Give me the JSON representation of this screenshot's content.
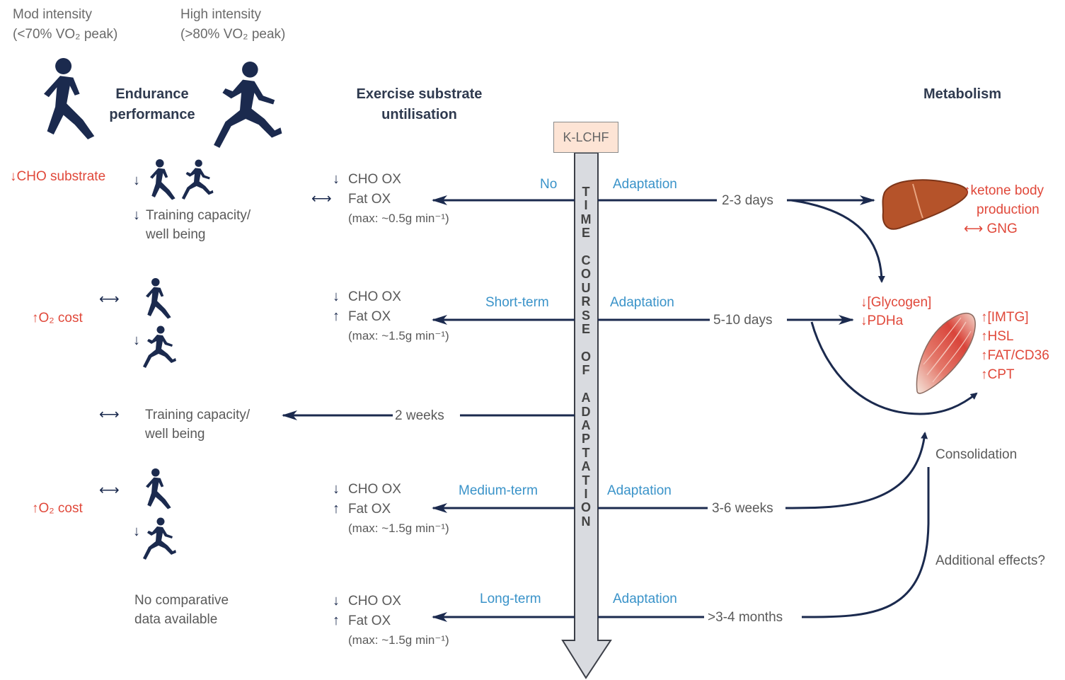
{
  "intensity": {
    "moderate_line1": "Mod intensity",
    "moderate_line2": "(<70% VO₂ peak)",
    "high_line1": "High intensity",
    "high_line2": "(>80% VO₂ peak)"
  },
  "headers": {
    "endurance_line1": "Endurance",
    "endurance_line2": "performance",
    "substrate_line1": "Exercise substrate",
    "substrate_line2": "untilisation",
    "metabolism": "Metabolism"
  },
  "axis": {
    "start_label": "K-LCHF",
    "vertical_text": "TIME COURSE OF ADAPTATION"
  },
  "stages": [
    {
      "left_label": "No",
      "right_label": "Adaptation",
      "duration": "2-3 days",
      "cho": "CHO OX",
      "fat": "Fat OX",
      "max": "(max: ~0.5g min⁻¹)",
      "cho_arrow": "↓",
      "fat_arrow": "⟷"
    },
    {
      "left_label": "Short-term",
      "right_label": "Adaptation",
      "duration": "5-10 days",
      "cho": "CHO OX",
      "fat": "Fat OX",
      "max": "(max: ~1.5g min⁻¹)",
      "cho_arrow": "↓",
      "fat_arrow": "↑"
    },
    {
      "left_label": "Medium-term",
      "right_label": "Adaptation",
      "duration": "3-6 weeks",
      "cho": "CHO OX",
      "fat": "Fat OX",
      "max": "(max: ~1.5g min⁻¹)",
      "cho_arrow": "↓",
      "fat_arrow": "↑"
    },
    {
      "left_label": "Long-term",
      "right_label": "Adaptation",
      "duration": ">3-4 months",
      "cho": "CHO OX",
      "fat": "Fat OX",
      "max": "(max: ~1.5g min⁻¹)",
      "cho_arrow": "↓",
      "fat_arrow": "↑"
    }
  ],
  "two_weeks": {
    "duration": "2 weeks",
    "training_line1": "Training capacity/",
    "training_line2": "well being",
    "arrow": "⟷"
  },
  "performance": {
    "cho_substrate": "↓CHO substrate",
    "down_arrow": "↓",
    "training_line1": "Training capacity/",
    "training_line2": "well being",
    "o2_cost_1": "↑O₂ cost",
    "o2_cost_2": "↑O₂ cost",
    "both_arrow": "⟷",
    "no_data_line1": "No comparative",
    "no_data_line2": "data available"
  },
  "liver": {
    "ketone_line1": "↑ketone body",
    "ketone_line2": "production",
    "gng": "⟷ GNG"
  },
  "muscle": {
    "glycogen": "↓[Glycogen]",
    "pdha": "↓PDHa",
    "imtg": "↑[IMTG]",
    "hsl": "↑HSL",
    "fat_cd36": "↑FAT/CD36",
    "cpt": "↑CPT"
  },
  "notes": {
    "consolidation": "Consolidation",
    "additional": "Additional effects?"
  },
  "colors": {
    "navy": "#1b2a4e",
    "red": "#e0483a",
    "blue": "#3a93c9",
    "axis_fill": "#d9dbe0",
    "box_fill": "#fde4d5",
    "liver": "#b5532a",
    "muscle": "#d9574a"
  }
}
